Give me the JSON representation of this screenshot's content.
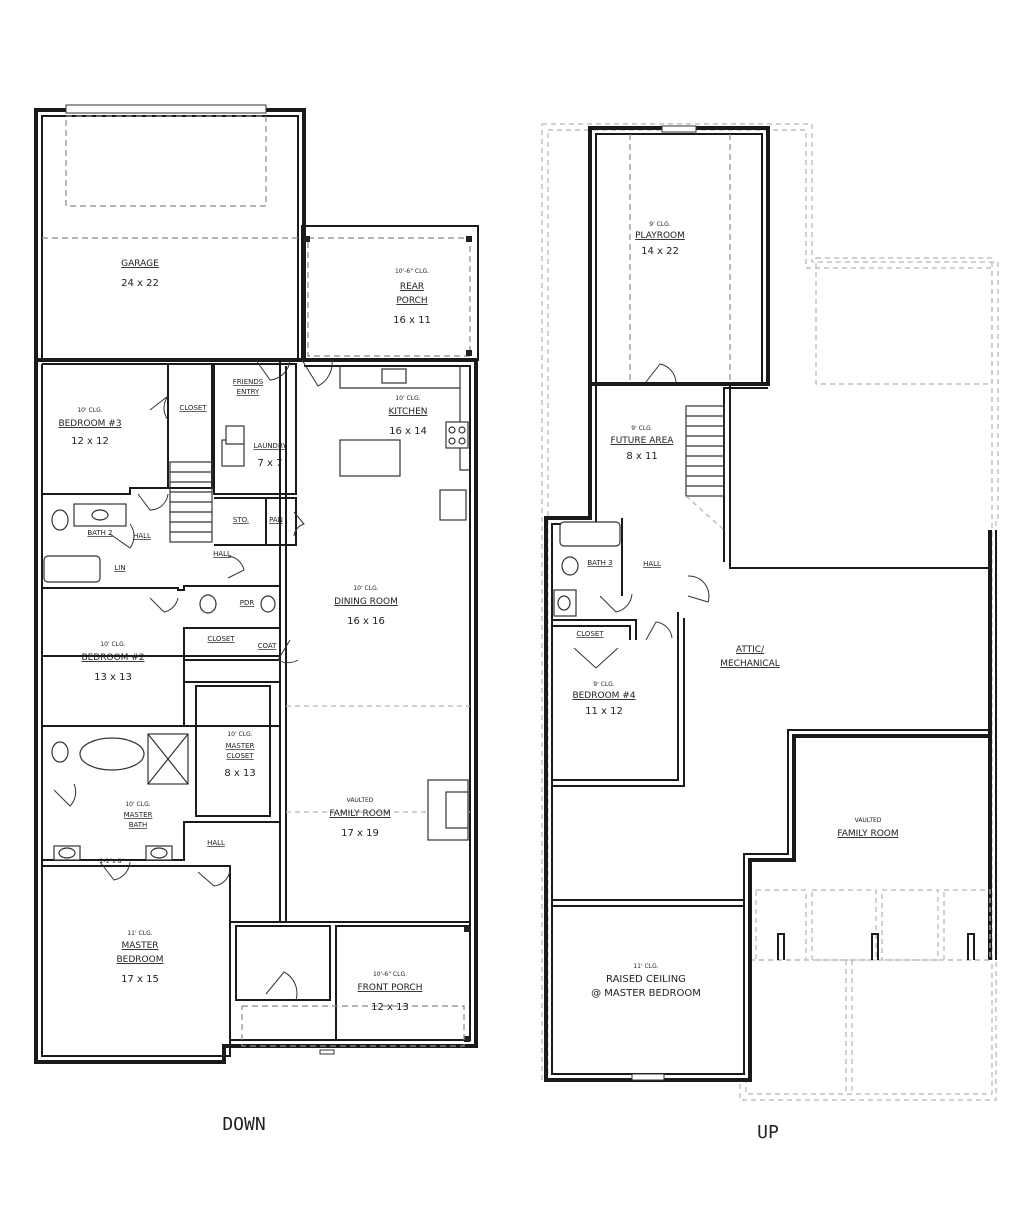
{
  "floors": {
    "down": {
      "label": "DOWN",
      "rooms": {
        "garage": {
          "name": "GARAGE",
          "size": "24 x 22"
        },
        "rear_porch": {
          "ceiling": "10'-6\" CLG.",
          "name1": "REAR",
          "name2": "PORCH",
          "size": "16 x 11"
        },
        "bedroom3": {
          "ceiling": "10' CLG.",
          "name": "BEDROOM #3",
          "size": "12 x 12"
        },
        "closet_b3": {
          "name": "CLOSET"
        },
        "friends_entry": {
          "name1": "FRIENDS",
          "name2": "ENTRY"
        },
        "laundry": {
          "name": "LAUNDRY",
          "size": "7 x 7"
        },
        "kitchen": {
          "ceiling": "10' CLG.",
          "name": "KITCHEN",
          "size": "16 x 14"
        },
        "bath2": {
          "name": "BATH 2"
        },
        "hall_bath2": {
          "name": "HALL"
        },
        "lin": {
          "name": "LIN"
        },
        "sto": {
          "name": "STO."
        },
        "pan": {
          "name": "PAN"
        },
        "hall_mid": {
          "name": "HALL"
        },
        "pdr": {
          "name": "PDR"
        },
        "dining": {
          "ceiling": "10' CLG.",
          "name": "DINING ROOM",
          "size": "16 x 16"
        },
        "closet_b2": {
          "name": "CLOSET"
        },
        "coat": {
          "name": "COAT"
        },
        "bedroom2": {
          "ceiling": "10' CLG.",
          "name": "BEDROOM #2",
          "size": "13 x 13"
        },
        "master_closet": {
          "ceiling": "10' CLG.",
          "name1": "MASTER",
          "name2": "CLOSET",
          "size": "8 x 13"
        },
        "master_bath": {
          "ceiling": "10' CLG.",
          "name1": "MASTER",
          "name2": "BATH",
          "seat": "2-1\"x 8\""
        },
        "family": {
          "ceiling": "VAULTED",
          "name": "FAMILY ROOM",
          "size": "17 x 19"
        },
        "hall_master": {
          "name": "HALL"
        },
        "master_bedroom": {
          "ceiling": "11' CLG.",
          "name1": "MASTER",
          "name2": "BEDROOM",
          "size": "17 x 15"
        },
        "front_porch": {
          "ceiling": "10'-6\" CLG.",
          "name": "FRONT PORCH",
          "size": "12 x 13"
        }
      }
    },
    "up": {
      "label": "UP",
      "rooms": {
        "playroom": {
          "ceiling": "9' CLG.",
          "name": "PLAYROOM",
          "size": "14 x 22"
        },
        "future": {
          "ceiling": "9' CLG.",
          "name": "FUTURE AREA",
          "size": "8 x 11"
        },
        "bath3": {
          "name": "BATH 3"
        },
        "hall_up": {
          "name": "HALL"
        },
        "closet_b4": {
          "name": "CLOSET"
        },
        "attic": {
          "name1": "ATTIC/",
          "name2": "MECHANICAL"
        },
        "bedroom4": {
          "ceiling": "9' CLG.",
          "name": "BEDROOM #4",
          "size": "11 x 12"
        },
        "family_up": {
          "ceiling": "VAULTED",
          "name": "FAMILY ROOM"
        },
        "raised": {
          "ceiling": "11' CLG.",
          "name1": "RAISED CEILING",
          "name2": "@ MASTER BEDROOM"
        }
      }
    }
  }
}
